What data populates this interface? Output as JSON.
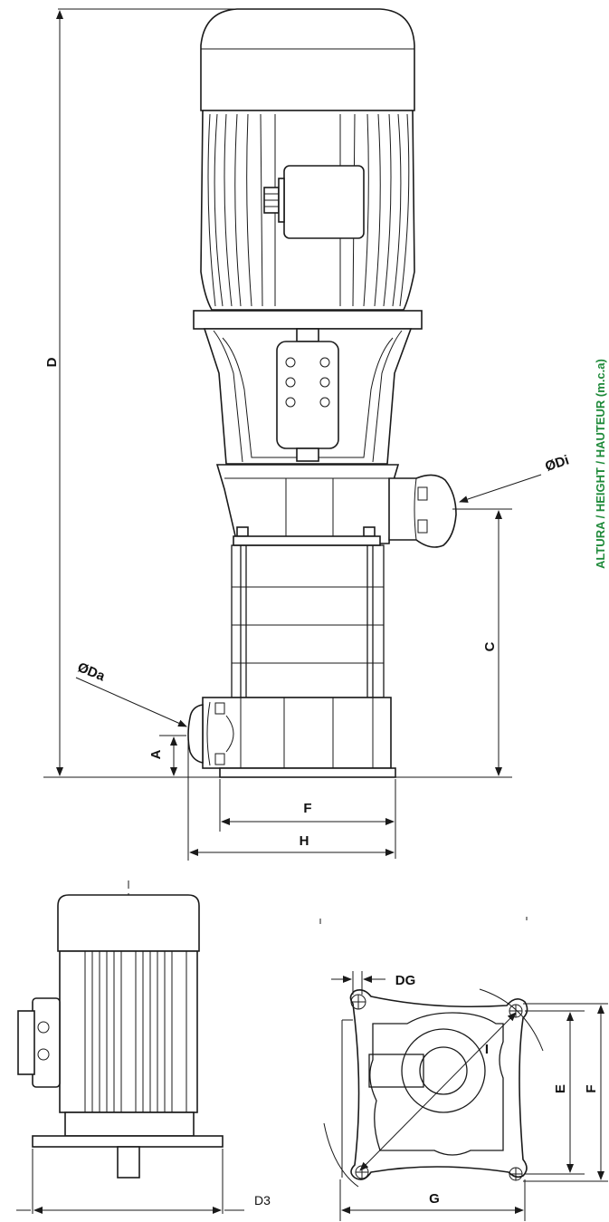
{
  "labels": {
    "a": "A",
    "c": "C",
    "d": "D",
    "e": "E",
    "f": "F",
    "f_top": "F",
    "g": "G",
    "h": "H",
    "i": "I",
    "d3": "D3",
    "dg": "DG",
    "da": "ØDa",
    "di": "ØDi"
  },
  "side_caption": "ALTURA / HEIGHT / HAUTEUR (m.c.a)",
  "colors": {
    "line": "#1a1a1a",
    "caption": "#1f8a3a"
  }
}
